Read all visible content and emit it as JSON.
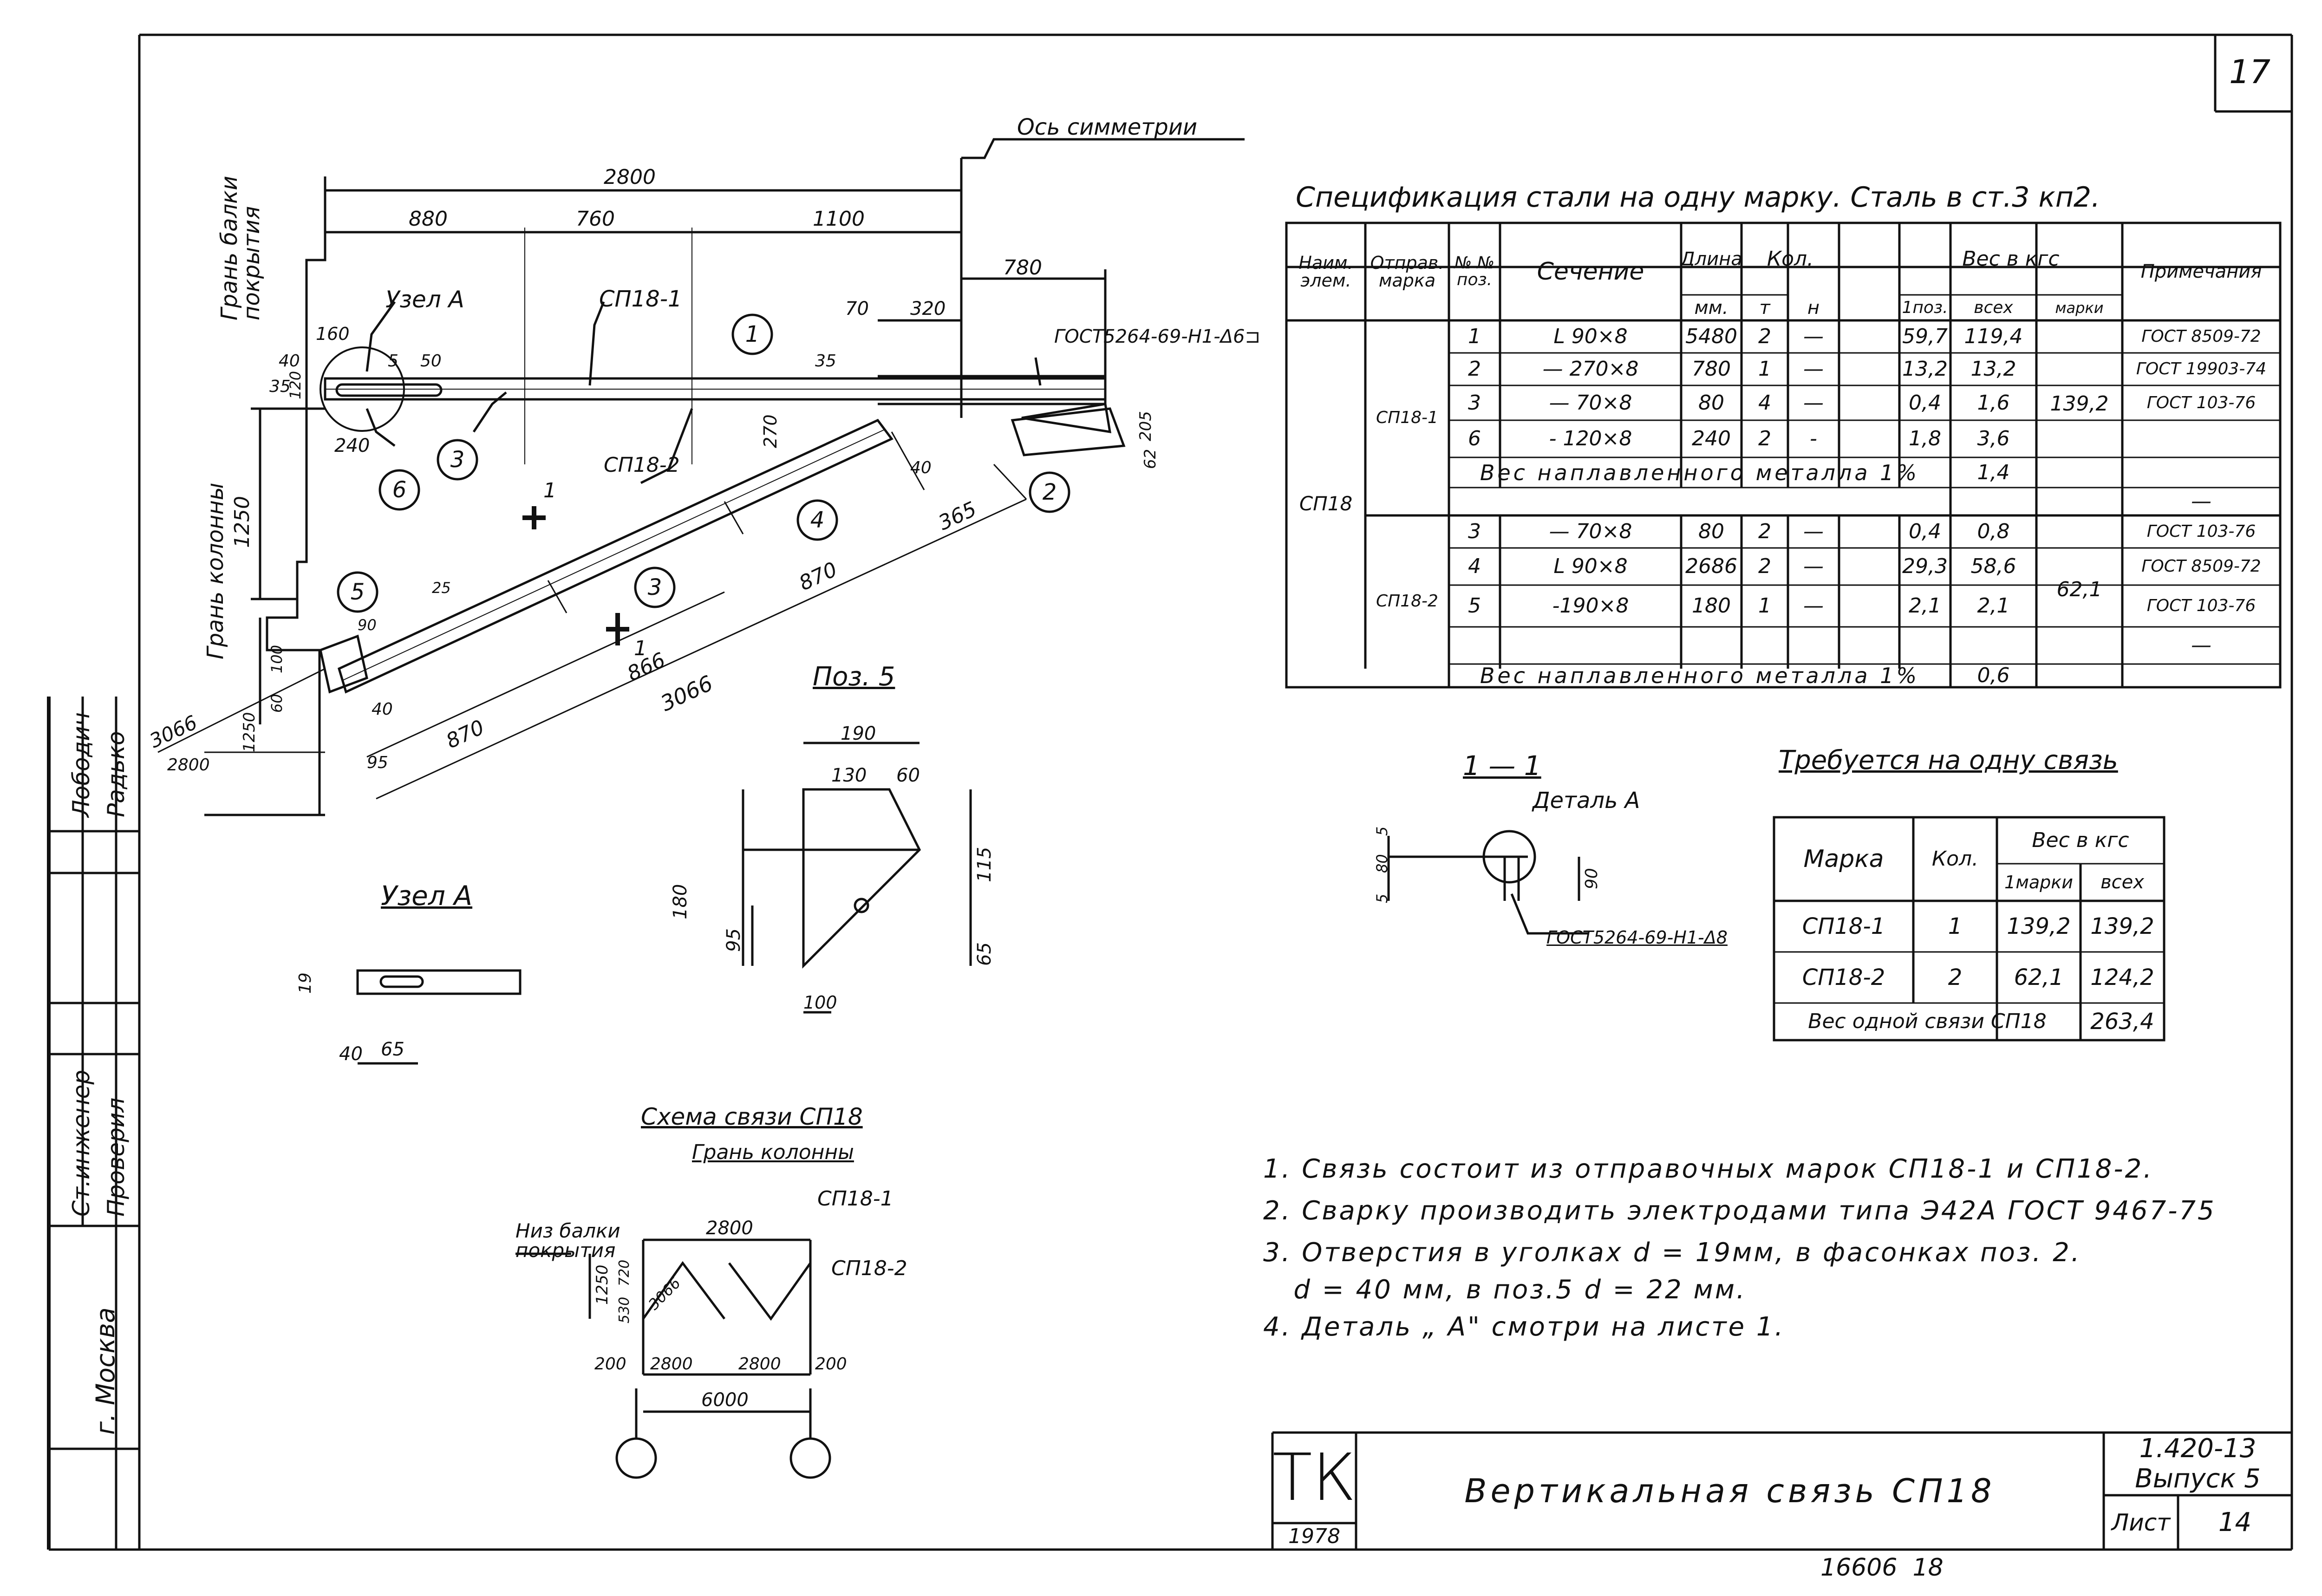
{
  "sheet": {
    "corner_number": "17",
    "title": "Вертикальная связь СП18",
    "org_logo": "ТК",
    "year": "1978",
    "series": "1.420-13",
    "issue": "Выпуск 5",
    "sheet_label": "Лист",
    "sheet_number": "14",
    "archive_number": "16606  18"
  },
  "side_stamp": {
    "rows": [
      {
        "role": "",
        "name": "Лободич"
      },
      {
        "role": "",
        "name": "Радько"
      },
      {
        "role": "Ст.инженер",
        "name": ""
      },
      {
        "role": "Проверил",
        "name": ""
      }
    ],
    "city": "г. Москва"
  },
  "drawing": {
    "axis_label": "Ось симметрии",
    "beam_face_label": "Грань балки покрытия",
    "column_face_label": "Грань колонны",
    "node_label": "Узел А",
    "dims": {
      "total": "2800",
      "d880": "880",
      "d760": "760",
      "d1100": "1100",
      "d780": "780",
      "d70": "70",
      "d320": "320",
      "d35a": "35",
      "d35b": "35",
      "d160": "160",
      "d40": "40",
      "d50": "50",
      "d5": "5",
      "d120": "120",
      "d240": "240",
      "d270": "270",
      "d1250": "1250",
      "d205": "205",
      "d62": "62",
      "d365": "365",
      "d870a": "870",
      "d870b": "870",
      "d866": "866",
      "d3066a": "3066",
      "d3066b": "3066",
      "d2800b": "2800",
      "d1250b": "1250",
      "d100": "100",
      "d60": "60",
      "d95": "95",
      "d25": "25",
      "d90": "90",
      "d40c": "40",
      "d40b": "40"
    },
    "marks": {
      "sp18_1": "СП18-1",
      "sp18_2": "СП18-2",
      "weld_note": "ГОСТ5264-69-Н1-Δ6⊐"
    },
    "positions": [
      "1",
      "2",
      "3",
      "4",
      "5",
      "6",
      "3"
    ],
    "section_mark": "1"
  },
  "poz5": {
    "title": "Поз. 5",
    "dims": [
      "190",
      "130",
      "60",
      "180",
      "95",
      "115",
      "65",
      "100"
    ]
  },
  "uzel_a": {
    "title": "Узел А",
    "dims": [
      "19",
      "40",
      "65"
    ]
  },
  "section_1_1": {
    "title": "1 — 1",
    "detail_label": "Деталь А",
    "weld_label": "ГОСТ5264-69-Н1-Δ8",
    "dims": [
      "80",
      "5",
      "5",
      "90"
    ]
  },
  "scheme": {
    "title": "Схема связи СП18",
    "column_face": "Грань колонны",
    "beam_bottom": "Низ балки покрытия",
    "sp18_1": "СП18-1",
    "sp18_2": "СП18-2",
    "dims": [
      "2800",
      "1250",
      "720",
      "530",
      "3066",
      "200",
      "2800",
      "2800",
      "200",
      "6000"
    ]
  },
  "spec": {
    "title": "Спецификация стали на одну марку. Сталь в ст.3 кп2.",
    "headers": {
      "elem": "Наим. элем.",
      "otprav": "Отправ. марка",
      "poz": "№ № поз.",
      "section": "Сечение",
      "length_top": "Длина",
      "length_unit": "мм.",
      "qty": "Кол.",
      "qty_t": "т",
      "qty_n": "н",
      "weight": "Вес в кгс",
      "w_one": "1поз.",
      "w_all": "всех",
      "w_mark": "марки",
      "note": "Примечания"
    },
    "element": "СП18",
    "group1": {
      "mark": "СП18-1",
      "mark_weight": "139,2",
      "rows": [
        {
          "poz": "1",
          "section": "L 90×8",
          "len": "5480",
          "t": "2",
          "n": "—",
          "one": "59,7",
          "all": "119,4",
          "note": "ГОСТ 8509-72"
        },
        {
          "poz": "2",
          "section": "— 270×8",
          "len": "780",
          "t": "1",
          "n": "—",
          "one": "13,2",
          "all": "13,2",
          "note": "ГОСТ 19903-74"
        },
        {
          "poz": "3",
          "section": "— 70×8",
          "len": "80",
          "t": "4",
          "n": "—",
          "one": "0,4",
          "all": "1,6",
          "note": "ГОСТ 103-76"
        },
        {
          "poz": "6",
          "section": "- 120×8",
          "len": "240",
          "t": "2",
          "n": "-",
          "one": "1,8",
          "all": "3,6",
          "note": ""
        }
      ],
      "weld_text": "Вес наплавленного металла 1%",
      "weld_value": "1,4",
      "weld_note": "—"
    },
    "group2": {
      "mark": "СП18-2",
      "mark_weight": "62,1",
      "rows": [
        {
          "poz": "3",
          "section": "— 70×8",
          "len": "80",
          "t": "2",
          "n": "—",
          "one": "0,4",
          "all": "0,8",
          "note": "ГОСТ 103-76"
        },
        {
          "poz": "4",
          "section": "L 90×8",
          "len": "2686",
          "t": "2",
          "n": "—",
          "one": "29,3",
          "all": "58,6",
          "note": "ГОСТ 8509-72"
        },
        {
          "poz": "5",
          "section": "-190×8",
          "len": "180",
          "t": "1",
          "n": "—",
          "one": "2,1",
          "all": "2,1",
          "note": "ГОСТ 103-76"
        }
      ],
      "weld_text": "Вес наплавленного металла 1%",
      "weld_value": "0,6",
      "weld_note": "—"
    }
  },
  "required": {
    "title": "Требуется на одну связь",
    "headers": {
      "mark": "Марка",
      "qty": "Кол.",
      "weight": "Вес в кгс",
      "w_mark": "1марки",
      "w_all": "всех"
    },
    "rows": [
      {
        "mark": "СП18-1",
        "qty": "1",
        "w_mark": "139,2",
        "w_all": "139,2"
      },
      {
        "mark": "СП18-2",
        "qty": "2",
        "w_mark": "62,1",
        "w_all": "124,2"
      }
    ],
    "total_label": "Вес одной связи СП18",
    "total_value": "263,4"
  },
  "notes": [
    "1. Связь состоит из отправочных марок СП18-1 и СП18-2.",
    "2. Сварку производить электродами типа Э42А ГОСТ 9467-75",
    "3. Отверстия в уголках d = 19мм, в фасонках поз. 2.",
    "   d = 40 мм, в поз.5 d = 22 мм.",
    "4. Деталь „ А\" смотри на листе 1."
  ]
}
